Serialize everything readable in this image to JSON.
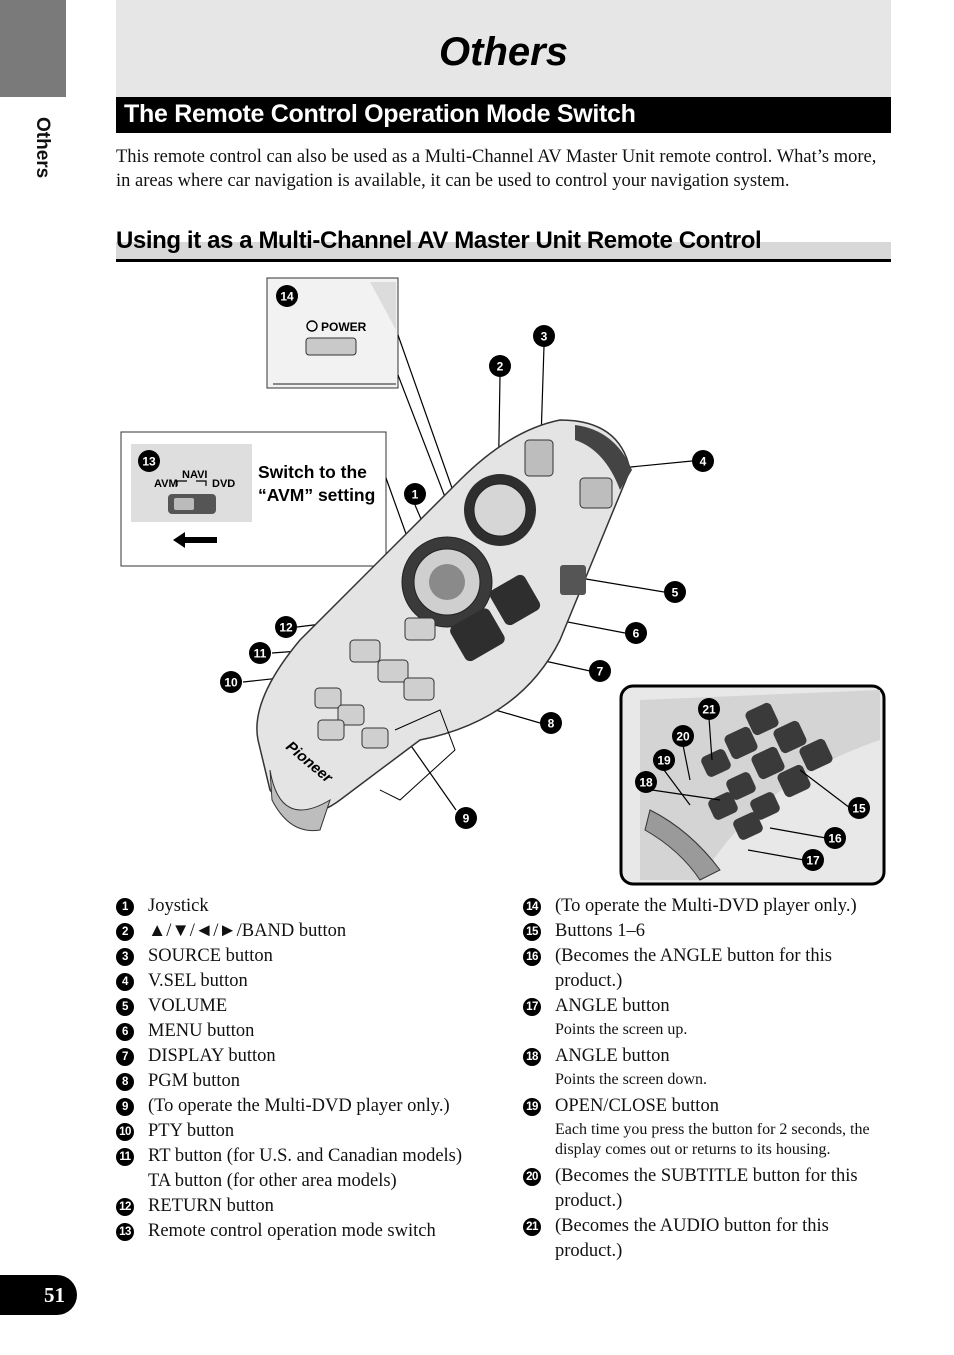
{
  "side_tab": {
    "label": "Others"
  },
  "header": {
    "title": "Others"
  },
  "section": {
    "title": "The Remote Control Operation Mode Switch"
  },
  "intro": "This remote control can also be used as a Multi-Channel AV Master Unit remote control. What’s more, in areas where car navigation is available, it can be used to control your navi­gation system.",
  "subsection": {
    "title": "Using it as a Multi-Channel AV Master Unit Remote Control"
  },
  "figure": {
    "callout_line1": "Switch to the",
    "callout_line2": "“AVM” setting",
    "switch_labels": {
      "navi": "NAVI",
      "avm": "AVM",
      "dvd": "DVD"
    },
    "power_label": "POWER",
    "brand": "Pioneer",
    "markers": [
      "1",
      "2",
      "3",
      "4",
      "5",
      "6",
      "7",
      "8",
      "9",
      "10",
      "11",
      "12",
      "13",
      "14",
      "15",
      "16",
      "17",
      "18",
      "19",
      "20",
      "21"
    ]
  },
  "legend_left": [
    {
      "num": "1",
      "text": "Joystick"
    },
    {
      "num": "2",
      "text": "▲/▼/◄/►/BAND button"
    },
    {
      "num": "3",
      "text": "SOURCE button"
    },
    {
      "num": "4",
      "text": "V.SEL button"
    },
    {
      "num": "5",
      "text": "VOLUME"
    },
    {
      "num": "6",
      "text": "MENU button"
    },
    {
      "num": "7",
      "text": "DISPLAY button"
    },
    {
      "num": "8",
      "text": "PGM button"
    },
    {
      "num": "9",
      "text": "(To operate the Multi-DVD player only.)"
    },
    {
      "num": "10",
      "text": "PTY button"
    },
    {
      "num": "11",
      "text": "RT button (for U.S. and Canadian models)",
      "extra": "TA button (for other area models)"
    },
    {
      "num": "12",
      "text": "RETURN button"
    },
    {
      "num": "13",
      "text": "Remote control operation mode switch"
    }
  ],
  "legend_right": [
    {
      "num": "14",
      "text": "(To operate the Multi-DVD player only.)"
    },
    {
      "num": "15",
      "text": "Buttons 1–6"
    },
    {
      "num": "16",
      "text": "(Becomes the ANGLE button for this product.)"
    },
    {
      "num": "17",
      "text": "ANGLE button",
      "note": "Points the screen up."
    },
    {
      "num": "18",
      "text": "ANGLE button",
      "note": "Points the screen down."
    },
    {
      "num": "19",
      "text": "OPEN/CLOSE button",
      "note": "Each time you press the button for 2 seconds, the display comes out or returns to its housing."
    },
    {
      "num": "20",
      "text": "(Becomes the SUBTITLE button for this product.)"
    },
    {
      "num": "21",
      "text": "(Becomes the AUDIO button for this product.)"
    }
  ],
  "page_number": "51"
}
